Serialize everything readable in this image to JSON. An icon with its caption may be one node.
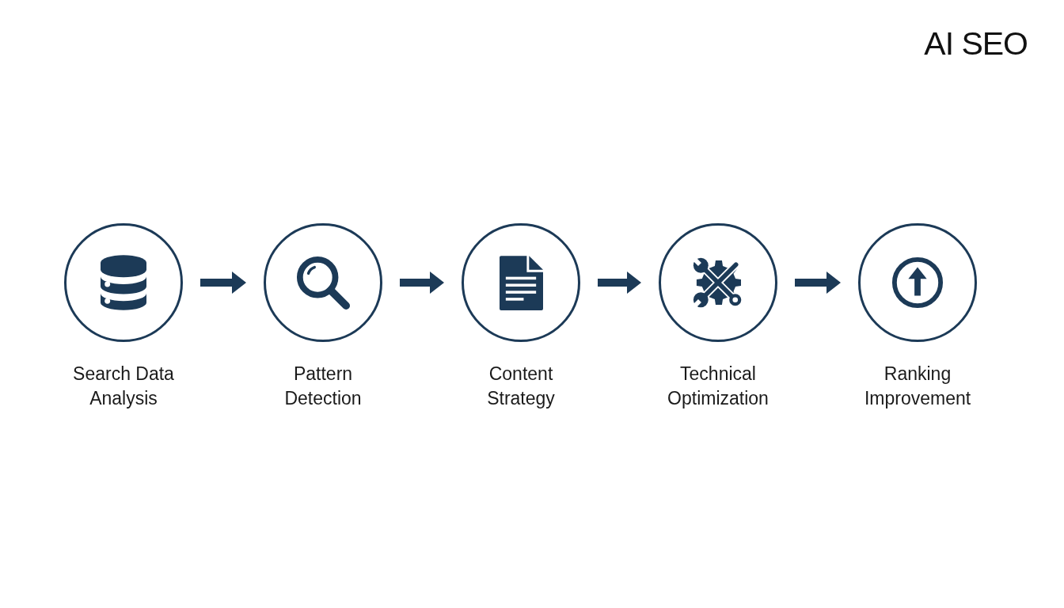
{
  "diagram": {
    "title": "AI SEO",
    "nodes": [
      {
        "text": [
          "Search Data Analysis"
        ]
      },
      {
        "text": [
          "Pattern Detection"
        ]
      },
      {
        "text": [
          "Content Strategy"
        ]
      },
      {
        "text": [
          "Technical Optimization"
        ]
      },
      {
        "text": [
          "Ranking Improvement"
        ]
      }
    ],
    "edges": [
      {
        "from": 0,
        "to": 1,
        "arrow": "to"
      },
      {
        "from": 1,
        "to": 2,
        "arrow": "to"
      },
      {
        "from": 2,
        "to": 3,
        "arrow": "to"
      },
      {
        "from": 3,
        "to": 4,
        "arrow": "to"
      }
    ]
  }
}
